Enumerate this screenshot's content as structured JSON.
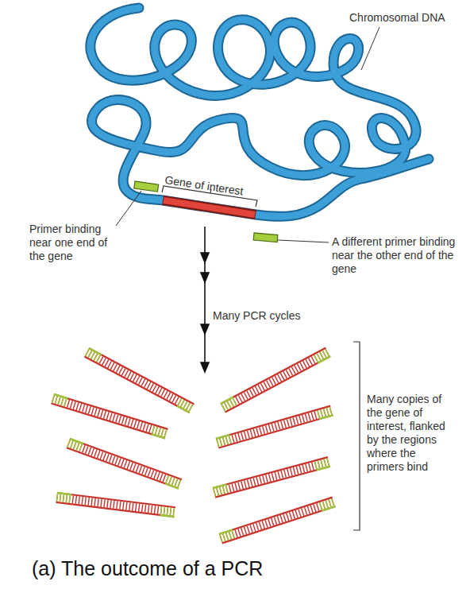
{
  "diagram": {
    "caption": "(a) The outcome of a PCR",
    "labels": [
      "Chromosomal DNA",
      "Gene of interest",
      "Primer binding near one end of the gene",
      "A different primer binding near the other end of the gene",
      "Many PCR cycles",
      "Many copies of the gene of interest, flanked by the regions where the primers bind"
    ]
  }
}
